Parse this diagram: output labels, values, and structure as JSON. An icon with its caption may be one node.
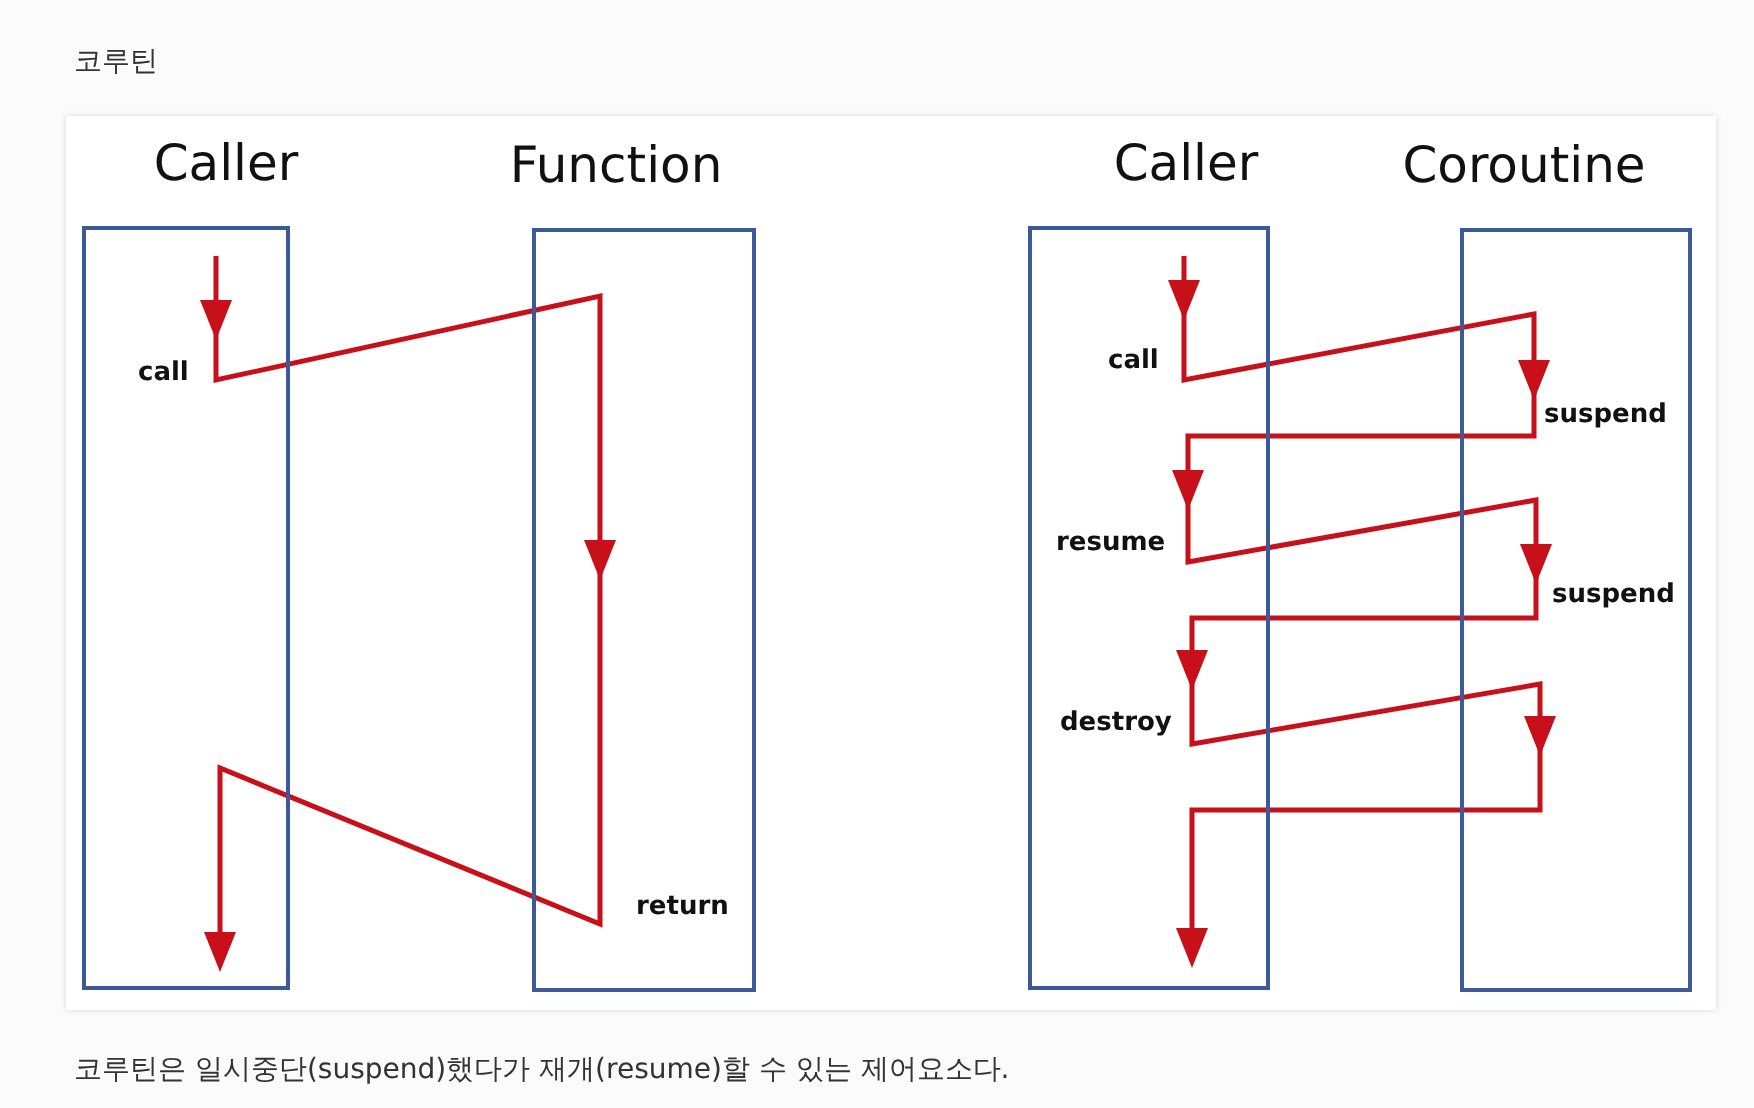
{
  "diagram": {
    "title": "코루틴",
    "caption": "코루틴은 일시중단(suspend)했다가 재개(resume)할 수 있는 제어요소다.",
    "nodes": [
      {
        "text": [
          "Caller",
          "call"
        ]
      },
      {
        "text": [
          "Function",
          "return"
        ]
      },
      {
        "text": [
          "Caller",
          "call",
          "resume",
          "destroy"
        ]
      },
      {
        "text": [
          "Coroutine",
          "suspend",
          "suspend"
        ]
      }
    ]
  }
}
